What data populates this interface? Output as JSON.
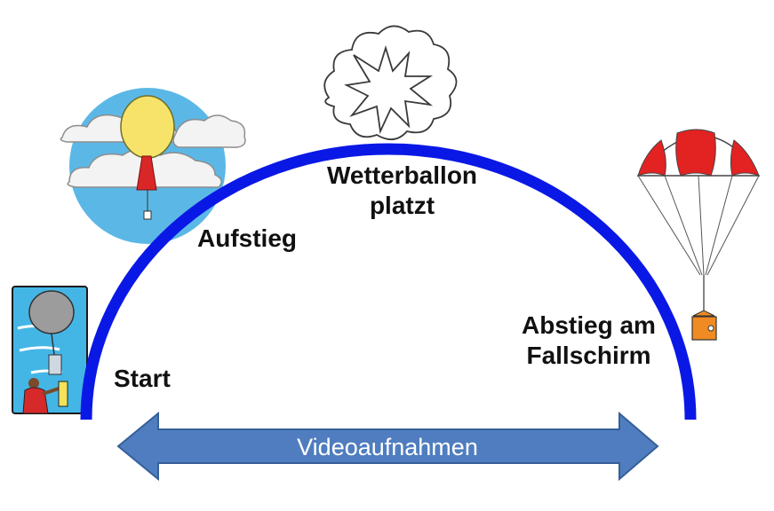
{
  "labels": {
    "start": "Start",
    "ascent": "Aufstieg",
    "burst": "Wetterballon\nplatzt",
    "descent": "Abstieg am\nFallschirm"
  },
  "arrow": {
    "label": "Videoaufnahmen"
  },
  "colors": {
    "arc": "#0a18e6",
    "arrow_fill": "#4f7dbf",
    "arrow_stroke": "#355f98",
    "arrow_text": "#ffffff",
    "sky": "#5bb8e6",
    "balloon": "#f7e36a",
    "parachute_red": "#e32222",
    "capsule": "#f08a22"
  },
  "icons": {
    "launch_photo": "person-launching-balloon-icon",
    "ascent_balloon": "rising-weather-balloon-icon",
    "burst": "balloon-burst-icon",
    "parachute": "parachute-with-capsule-icon"
  }
}
